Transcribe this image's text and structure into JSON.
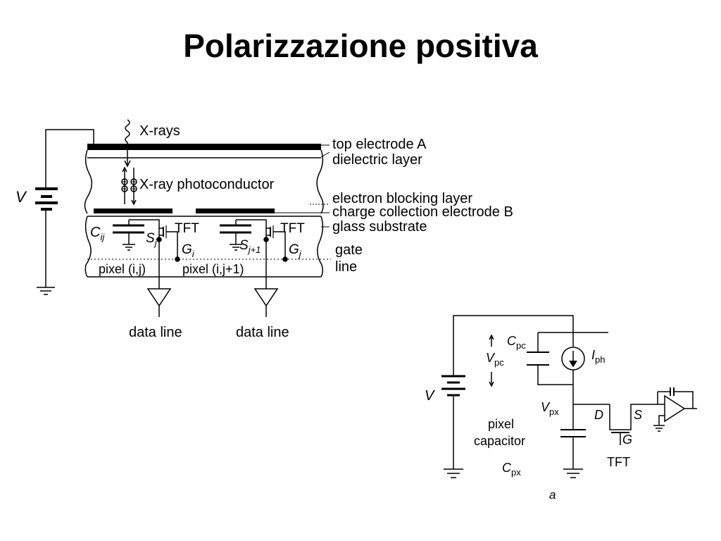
{
  "title": "Polarizzazione positiva",
  "detector": {
    "xrays": "X-rays",
    "battery": "V",
    "photoconductor": "X-ray photoconductor",
    "cap": "C",
    "cap_sub": "ij",
    "tft_left": "TFT",
    "tft_right": "TFT",
    "s_left": "S",
    "s_left_sub": "j",
    "s_right": "S",
    "s_right_sub": "j+1",
    "g_left": "G",
    "g_left_sub": "i",
    "g_right": "G",
    "g_right_sub": "j",
    "pixel_left": "pixel (i,j)",
    "pixel_right": "pixel (i,j+1)",
    "data_line_left": "data line",
    "data_line_right": "data line",
    "layers": {
      "top_electrode": "top electrode A",
      "dielectric": "dielectric layer",
      "electron_blocking": "electron blocking layer",
      "charge_collection": "charge collection electrode B",
      "glass": "glass substrate",
      "gate": "gate",
      "line": "line"
    }
  },
  "circuit": {
    "battery": "V",
    "cpc": "C",
    "cpc_sub": "pc",
    "vpc": "V",
    "vpc_sub": "pc",
    "iph": "I",
    "iph_sub": "ph",
    "vpx": "V",
    "vpx_sub": "px",
    "drain": "D",
    "source": "S",
    "gate": "G",
    "tft": "TFT",
    "pixel_capacitor_1": "pixel",
    "pixel_capacitor_2": "capacitor",
    "cpx": "C",
    "cpx_sub": "px",
    "caption": "a"
  }
}
